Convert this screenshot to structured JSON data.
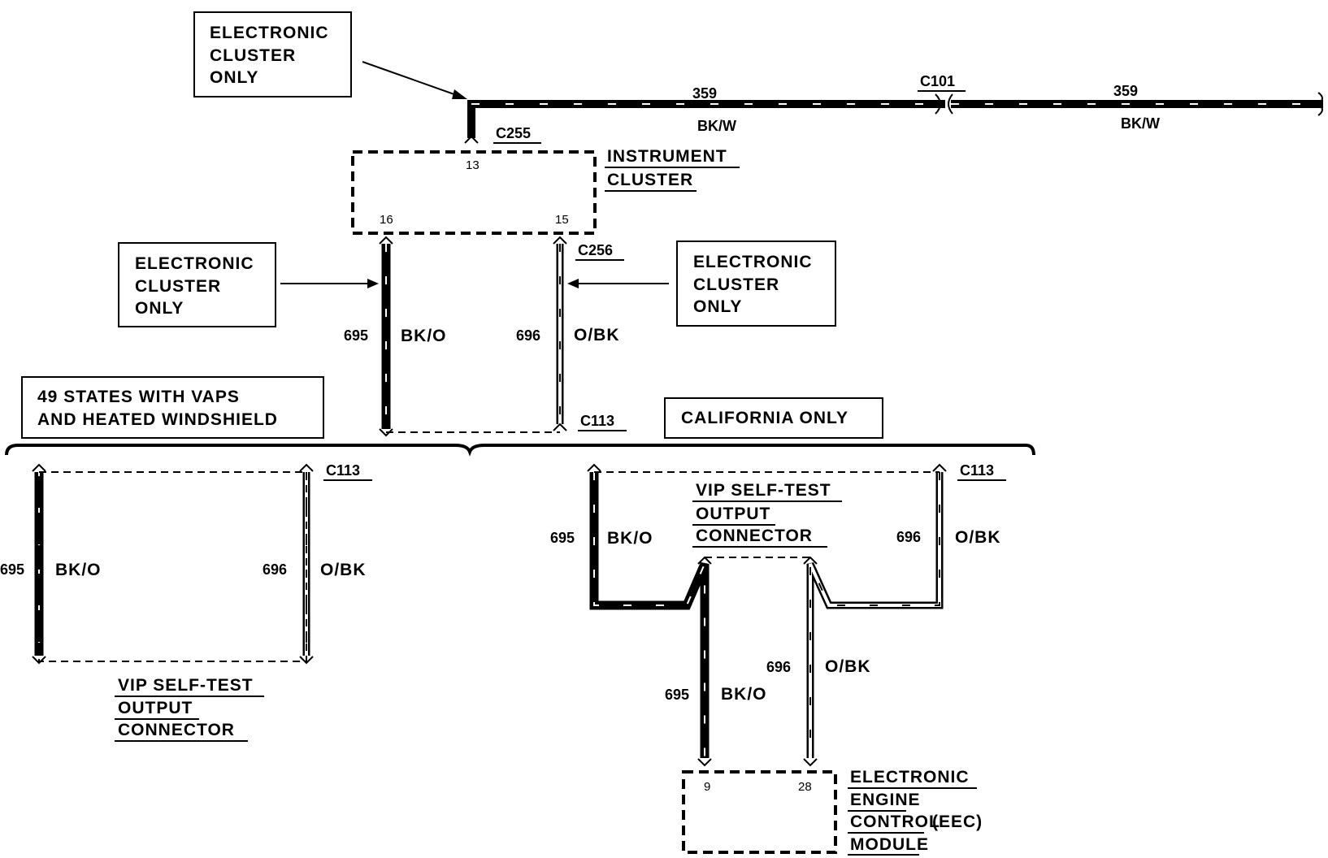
{
  "callouts": {
    "ec_top": [
      "ELECTRONIC",
      "CLUSTER",
      "ONLY"
    ],
    "ec_left": [
      "ELECTRONIC",
      "CLUSTER",
      "ONLY"
    ],
    "ec_right": [
      "ELECTRONIC",
      "CLUSTER",
      "ONLY"
    ],
    "states_49": [
      "49 STATES WITH VAPS",
      "AND HEATED WINDSHIELD"
    ],
    "california": "CALIFORNIA ONLY"
  },
  "components": {
    "instrument_cluster": [
      "INSTRUMENT",
      "CLUSTER"
    ],
    "vip_left": [
      "VIP SELF-TEST",
      "OUTPUT",
      "CONNECTOR"
    ],
    "vip_right": [
      "VIP SELF-TEST",
      "OUTPUT",
      "CONNECTOR"
    ],
    "eec": [
      "ELECTRONIC",
      "ENGINE",
      "CONTROL",
      "MODULE"
    ],
    "eec_suffix": "(EEC)"
  },
  "connectors": {
    "c101": "C101",
    "c255": "C255",
    "c256": "C256",
    "c113_top": "C113",
    "c113_left": "C113",
    "c113_right": "C113"
  },
  "pins": {
    "ic_13": "13",
    "ic_16": "16",
    "ic_15": "15",
    "eec_9": "9",
    "eec_28": "28"
  },
  "wires": {
    "top_left_num": "359",
    "top_left_color": "BK/W",
    "top_right_num": "359",
    "top_right_color": "BK/W",
    "mid_695_num": "695",
    "mid_695_color": "BK/O",
    "mid_696_num": "696",
    "mid_696_color": "O/BK",
    "left_695_num": "695",
    "left_695_color": "BK/O",
    "left_696_num": "696",
    "left_696_color": "O/BK",
    "right_695_num": "695",
    "right_695_color": "BK/O",
    "right_696_num": "696",
    "right_696_color": "O/BK",
    "eec_695_num": "695",
    "eec_695_color": "BK/O",
    "eec_696_num": "696",
    "eec_696_color": "O/BK"
  },
  "colors": {
    "ink": "#000000",
    "paper": "#ffffff"
  }
}
